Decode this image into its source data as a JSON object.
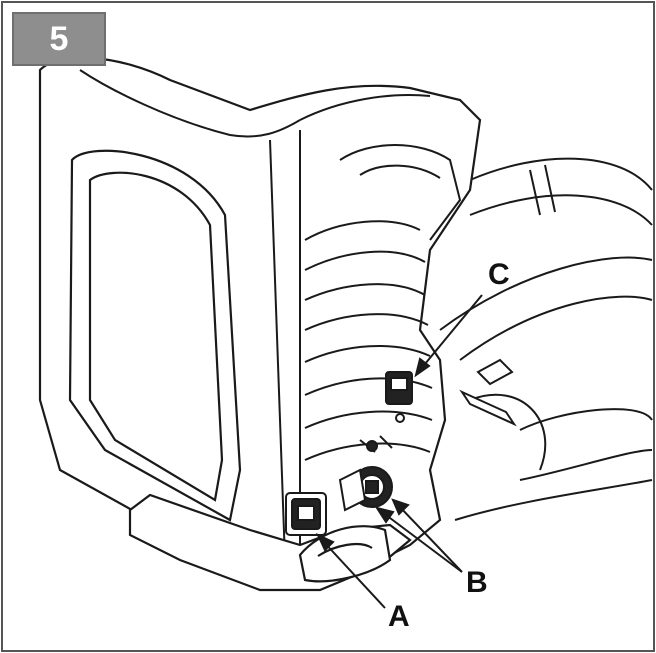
{
  "step": {
    "number": "5"
  },
  "callouts": [
    {
      "id": "A",
      "label": "A"
    },
    {
      "id": "B",
      "label": "B"
    },
    {
      "id": "C",
      "label": "C"
    }
  ],
  "colors": {
    "badge": "#8e8e8e",
    "line": "#1a1a1a",
    "frame": "#555555"
  }
}
